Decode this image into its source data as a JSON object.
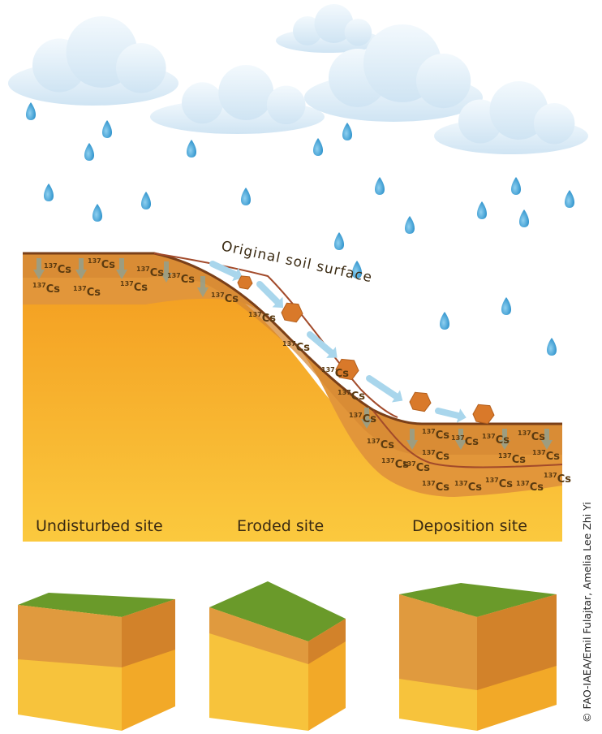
{
  "labels": {
    "original_surface": "Original soil surface",
    "undisturbed": "Undisturbed site",
    "eroded": "Eroded site",
    "deposition": "Deposition site"
  },
  "isotope": {
    "mass_number": "137",
    "symbol": "Cs"
  },
  "credit": "© FAO-IAEA/Emil Fulajtar, Amelia Lee Zhi Yi",
  "colors": {
    "sky_cloud": "#e4f1fa",
    "rain": "#3aa3d8",
    "subsoil": "#f7a928",
    "topsoil": "#e49a3a",
    "surface_line": "#8a4a20",
    "grass": "#6a9a2a",
    "arrow": "#9ecde6"
  }
}
